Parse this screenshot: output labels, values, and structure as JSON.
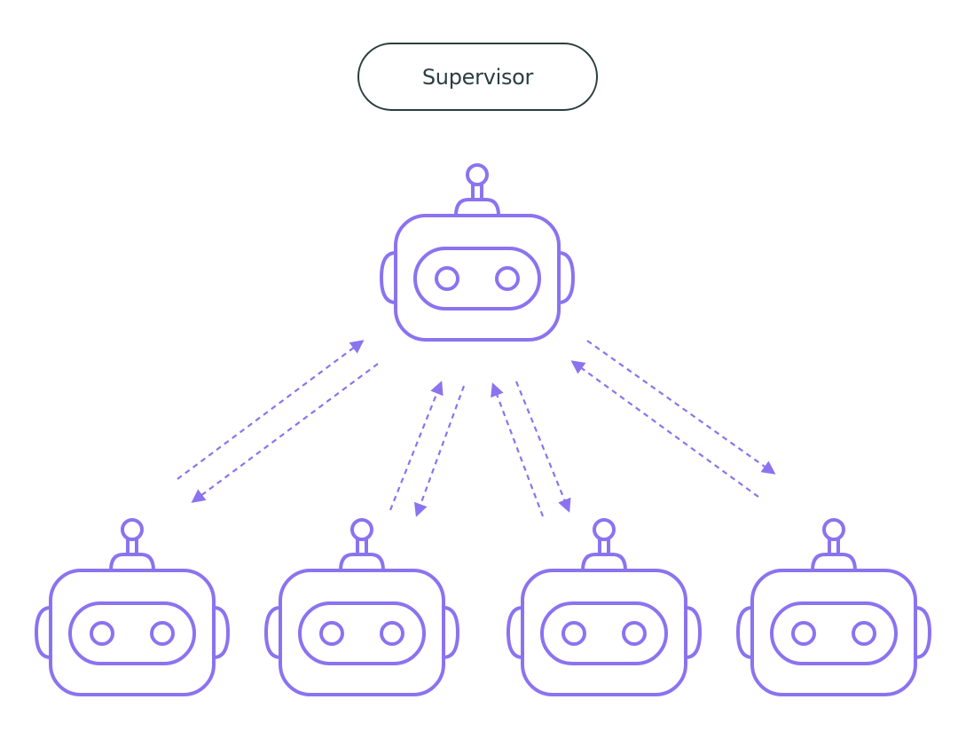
{
  "supervisor": {
    "label": "Supervisor"
  },
  "colors": {
    "robot": "#8b73f0",
    "pill_border": "#2c3e3e",
    "pill_text": "#2c3e3e",
    "background": "#ffffff"
  },
  "nodes": {
    "supervisor_robot": "robot-icon",
    "worker_robots": [
      "robot-icon",
      "robot-icon",
      "robot-icon",
      "robot-icon"
    ]
  },
  "connections": [
    {
      "from": "supervisor",
      "to": "worker-1",
      "bidirectional": true,
      "style": "dashed"
    },
    {
      "from": "supervisor",
      "to": "worker-2",
      "bidirectional": true,
      "style": "dashed"
    },
    {
      "from": "supervisor",
      "to": "worker-3",
      "bidirectional": true,
      "style": "dashed"
    },
    {
      "from": "supervisor",
      "to": "worker-4",
      "bidirectional": true,
      "style": "dashed"
    }
  ]
}
